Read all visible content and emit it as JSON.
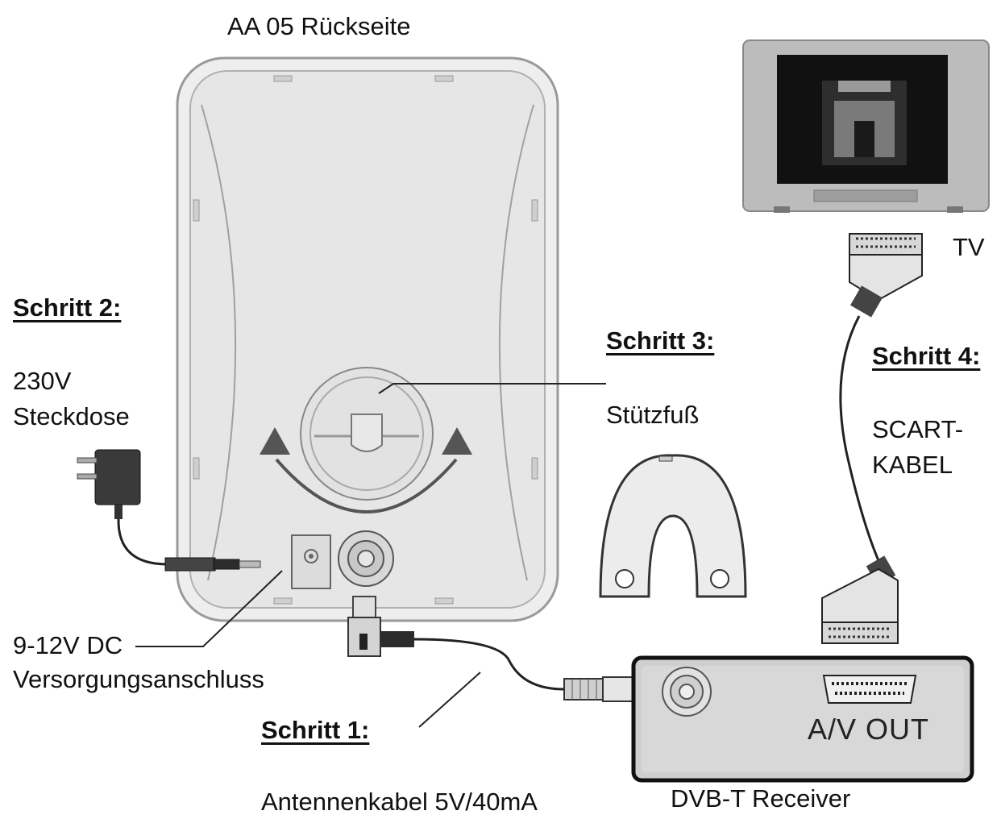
{
  "title": "AA 05 Rückseite",
  "steps": {
    "step1": {
      "heading": "Schritt 1:",
      "text": "Antennenkabel 5V/40mA"
    },
    "step2": {
      "heading": "Schritt 2:",
      "line1": "230V",
      "line2": "Steckdose"
    },
    "step3": {
      "heading": "Schritt 3:",
      "text": "Stützfuß"
    },
    "step4": {
      "heading": "Schritt 4:",
      "line1": "SCART-",
      "line2": "KABEL"
    }
  },
  "labels": {
    "dc_line1": "9-12V DC",
    "dc_line2": "Versorgungsanschluss",
    "tv": "TV",
    "receiver": "DVB-T Receiver",
    "av_out": "A/V OUT"
  }
}
